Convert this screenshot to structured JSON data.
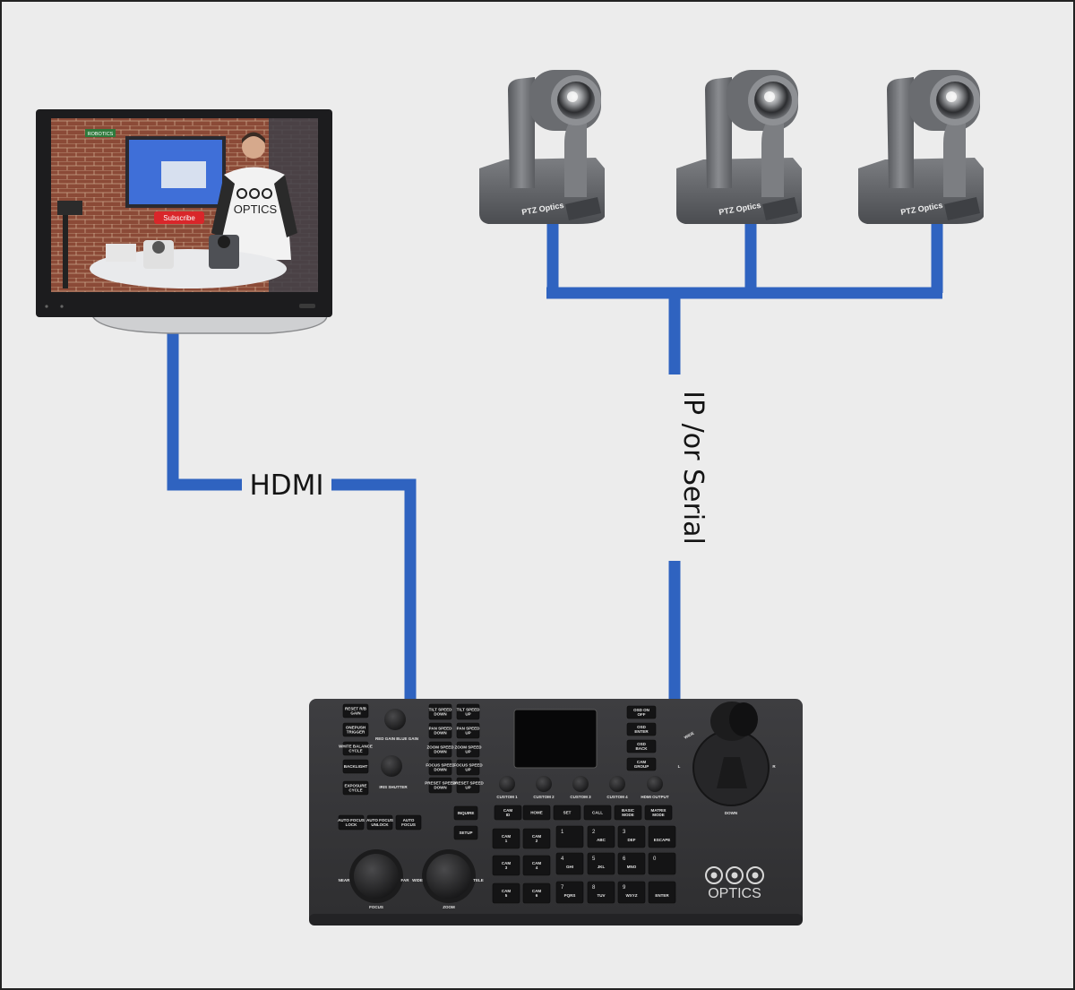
{
  "diagram": {
    "connections": [
      {
        "id": "hdmi",
        "label": "HDMI",
        "from": "monitor",
        "to": "ptz-controller"
      },
      {
        "id": "control",
        "label": "IP /or Serial",
        "from": "ptz-controller",
        "to": "ptz-cameras"
      }
    ],
    "colors": {
      "background": "#ececec",
      "cable": "#2f63c0",
      "device": "#3a3a3c",
      "camera": "#6e7074"
    },
    "monitor": {
      "screen_sign": "ROBOTICS",
      "screen_subscribe": "Subscribe",
      "screen_shirt_text": "OPTICS"
    },
    "cameras": [
      {
        "brand": "PTZ Optics"
      },
      {
        "brand": "PTZ Optics"
      },
      {
        "brand": "PTZ Optics"
      }
    ],
    "controller": {
      "brand": "OPTICS",
      "left_buttons": [
        "RESET R/B GAIN",
        "ONEPUSH TRIGGER",
        "WHITE BALANCE CYCLE",
        "BACKLIGHT",
        "EXPOSURE CYCLE"
      ],
      "knob_labels": [
        "RED GAIN BLUE GAIN",
        "IRIS SHUTTER"
      ],
      "speed_left": [
        "TILT SPEED DOWN",
        "PAN SPEED DOWN",
        "ZOOM SPEED DOWN",
        "FOCUS SPEED DOWN",
        "PRESET SPEED DOWN"
      ],
      "speed_right": [
        "TILT SPEED UP",
        "PAN SPEED UP",
        "ZOOM SPEED UP",
        "FOCUS SPEED UP",
        "PRESET SPEED UP"
      ],
      "osd_buttons": [
        "OSD ON OFF",
        "OSD ENTER",
        "OSD BACK",
        "CAM GROUP"
      ],
      "custom_buttons": [
        "CUSTOM 1",
        "CUSTOM 2",
        "CUSTOM 3",
        "CUSTOM 4",
        "HDMI OUTPUT"
      ],
      "focus_buttons": [
        "AUTO FOCUS LOCK",
        "AUTO FOCUS UNLOCK",
        "AUTO FOCUS"
      ],
      "side_buttons": [
        "INQUIRE",
        "SETUP"
      ],
      "top_row": [
        "CAM ID",
        "HOME",
        "SET",
        "CALL",
        "BASIC MODE",
        "MATRIX MODE"
      ],
      "cam_keys": [
        "CAM 1",
        "CAM 2",
        "CAM 3",
        "CAM 4",
        "CAM 5",
        "CAM 6"
      ],
      "keypad": [
        {
          "num": "1",
          "letters": ""
        },
        {
          "num": "2",
          "letters": "ABC"
        },
        {
          "num": "3",
          "letters": "DEF"
        },
        {
          "num": "",
          "letters": "ESCAPE"
        },
        {
          "num": "4",
          "letters": "GHI"
        },
        {
          "num": "5",
          "letters": "JKL"
        },
        {
          "num": "6",
          "letters": "MNO"
        },
        {
          "num": "0",
          "letters": ""
        },
        {
          "num": "7",
          "letters": "PQRS"
        },
        {
          "num": "8",
          "letters": "TUV"
        },
        {
          "num": "9",
          "letters": "WXYZ"
        },
        {
          "num": "",
          "letters": "ENTER"
        }
      ],
      "knob_bottom": [
        "NEAR",
        "FAR",
        "FOCUS",
        "WIDE",
        "TELE",
        "ZOOM"
      ],
      "joystick": {
        "up": "WIDE",
        "down": "DOWN",
        "left": "L",
        "right": "R"
      }
    }
  }
}
